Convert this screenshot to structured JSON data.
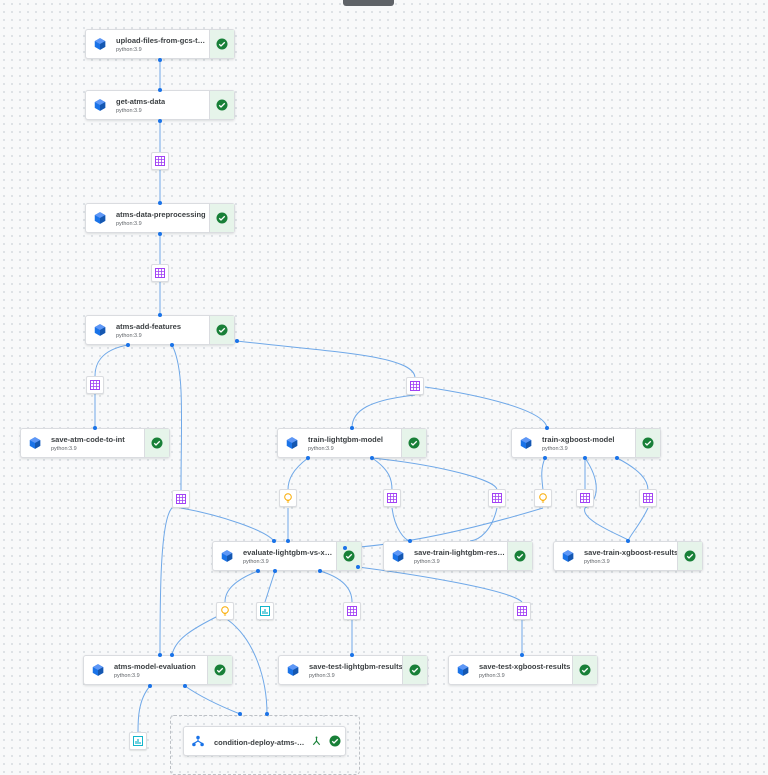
{
  "colors": {
    "edge": "#6fa8e8",
    "component_icon": "#1a73e8",
    "status_ok": "#188038",
    "status_bg": "#e6f4ea",
    "artifact_dataset": "#a142f4",
    "artifact_model": "#f9ab00",
    "artifact_metrics": "#12b5cb"
  },
  "nodes": {
    "upload": {
      "name": "upload-files-from-gcs-to-...",
      "sub": "python:3.9",
      "icon": "cube-icon",
      "status": "check-icon"
    },
    "get_data": {
      "name": "get-atms-data",
      "sub": "python:3.9",
      "icon": "cube-icon",
      "status": "check-icon"
    },
    "preprocessing": {
      "name": "atms-data-preprocessing",
      "sub": "python:3.9",
      "icon": "cube-icon",
      "status": "check-icon"
    },
    "add_features": {
      "name": "atms-add-features",
      "sub": "python:3.9",
      "icon": "cube-icon",
      "status": "check-icon"
    },
    "save_atm_code": {
      "name": "save-atm-code-to-int",
      "sub": "python:3.9",
      "icon": "cube-icon",
      "status": "check-icon"
    },
    "train_lgbm": {
      "name": "train-lightgbm-model",
      "sub": "python:3.9",
      "icon": "cube-icon",
      "status": "check-icon"
    },
    "train_xgb": {
      "name": "train-xgboost-model",
      "sub": "python:3.9",
      "icon": "cube-icon",
      "status": "check-icon"
    },
    "evaluate": {
      "name": "evaluate-lightgbm-vs-xg...",
      "sub": "python:3.9",
      "icon": "cube-icon",
      "status": "check-icon"
    },
    "save_train_lgbm": {
      "name": "save-train-lightgbm-resul...",
      "sub": "python:3.9",
      "icon": "cube-icon",
      "status": "check-icon"
    },
    "save_train_xgb": {
      "name": "save-train-xgboost-results",
      "sub": "python:3.9",
      "icon": "cube-icon",
      "status": "check-icon"
    },
    "model_eval": {
      "name": "atms-model-evaluation",
      "sub": "python:3.9",
      "icon": "cube-icon",
      "status": "check-icon"
    },
    "save_test_lgbm": {
      "name": "save-test-lightgbm-results",
      "sub": "python:3.9",
      "icon": "cube-icon",
      "status": "check-icon"
    },
    "save_test_xgb": {
      "name": "save-test-xgboost-results",
      "sub": "python:3.9",
      "icon": "cube-icon",
      "status": "check-icon"
    },
    "condition": {
      "name": "condition-deploy-atms-p...",
      "sub": "",
      "icon": "condition-icon",
      "status": "check-icon"
    }
  },
  "artifacts": [
    {
      "type": "dataset"
    },
    {
      "type": "dataset"
    },
    {
      "type": "dataset"
    },
    {
      "type": "dataset"
    },
    {
      "type": "dataset"
    },
    {
      "type": "dataset"
    },
    {
      "type": "dataset"
    },
    {
      "type": "dataset"
    },
    {
      "type": "dataset"
    },
    {
      "type": "dataset"
    },
    {
      "type": "dataset"
    },
    {
      "type": "model"
    },
    {
      "type": "model"
    },
    {
      "type": "model"
    },
    {
      "type": "metrics"
    },
    {
      "type": "metrics"
    }
  ]
}
